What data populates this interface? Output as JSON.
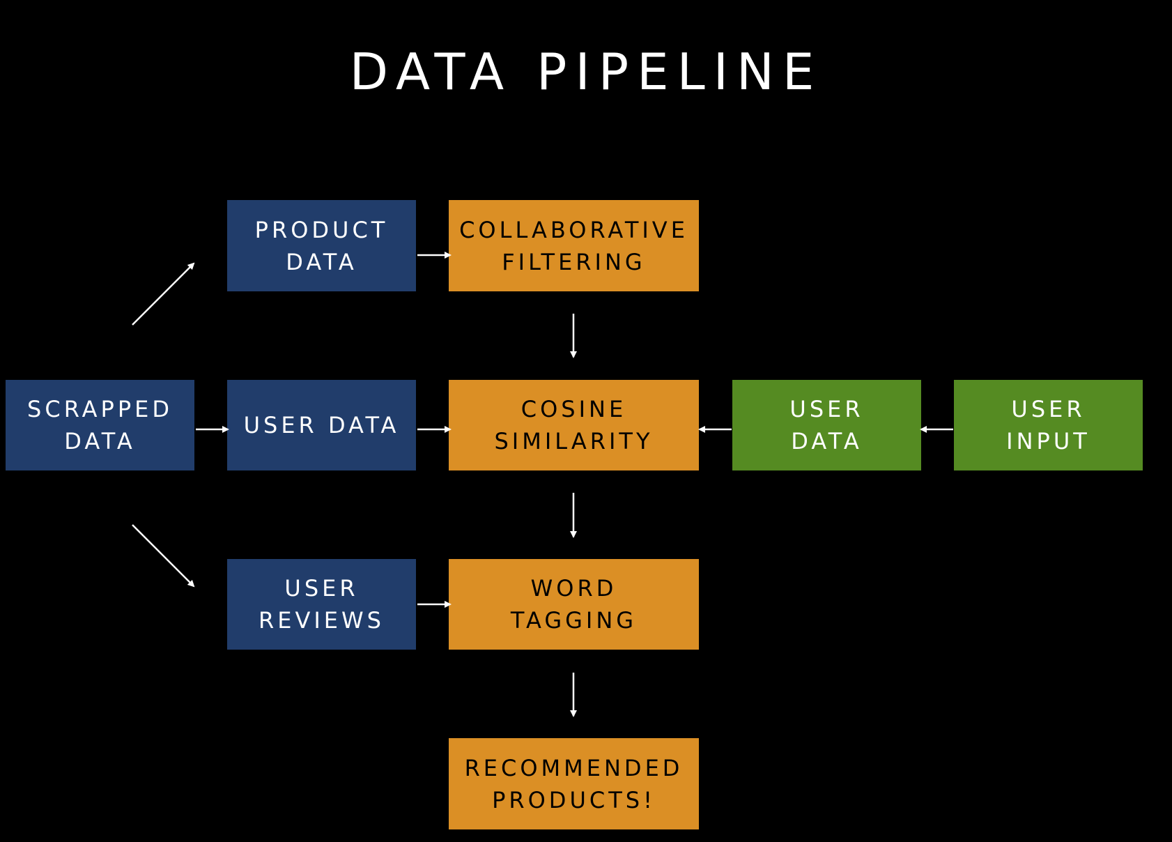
{
  "title": "DATA PIPELINE",
  "nodes": {
    "scrapped_data": {
      "line1": "SCRAPPED",
      "line2": "DATA"
    },
    "product_data": {
      "line1": "PRODUCT",
      "line2": "DATA"
    },
    "user_data": {
      "line1": "USER DATA"
    },
    "user_reviews": {
      "line1": "USER",
      "line2": "REVIEWS"
    },
    "collaborative_filtering": {
      "line1": "COLLABORATIVE",
      "line2": "FILTERING"
    },
    "cosine_similarity": {
      "line1": "COSINE",
      "line2": "SIMILARITY"
    },
    "word_tagging": {
      "line1": "WORD",
      "line2": "TAGGING"
    },
    "recommended_products": {
      "line1": "RECOMMENDED",
      "line2": "PRODUCTS!"
    },
    "input_user_data": {
      "line1": "USER",
      "line2": "DATA"
    },
    "user_input": {
      "line1": "USER",
      "line2": "INPUT"
    }
  },
  "colors": {
    "background": "#000000",
    "data_source": "#213d6b",
    "processing": "#db8f25",
    "user_side": "#558b22",
    "arrow": "#ffffff"
  },
  "edges": [
    [
      "scrapped_data",
      "product_data"
    ],
    [
      "scrapped_data",
      "user_data"
    ],
    [
      "scrapped_data",
      "user_reviews"
    ],
    [
      "product_data",
      "collaborative_filtering"
    ],
    [
      "user_data",
      "cosine_similarity"
    ],
    [
      "user_reviews",
      "word_tagging"
    ],
    [
      "collaborative_filtering",
      "cosine_similarity"
    ],
    [
      "cosine_similarity",
      "word_tagging"
    ],
    [
      "word_tagging",
      "recommended_products"
    ],
    [
      "user_input",
      "input_user_data"
    ],
    [
      "input_user_data",
      "cosine_similarity"
    ]
  ]
}
